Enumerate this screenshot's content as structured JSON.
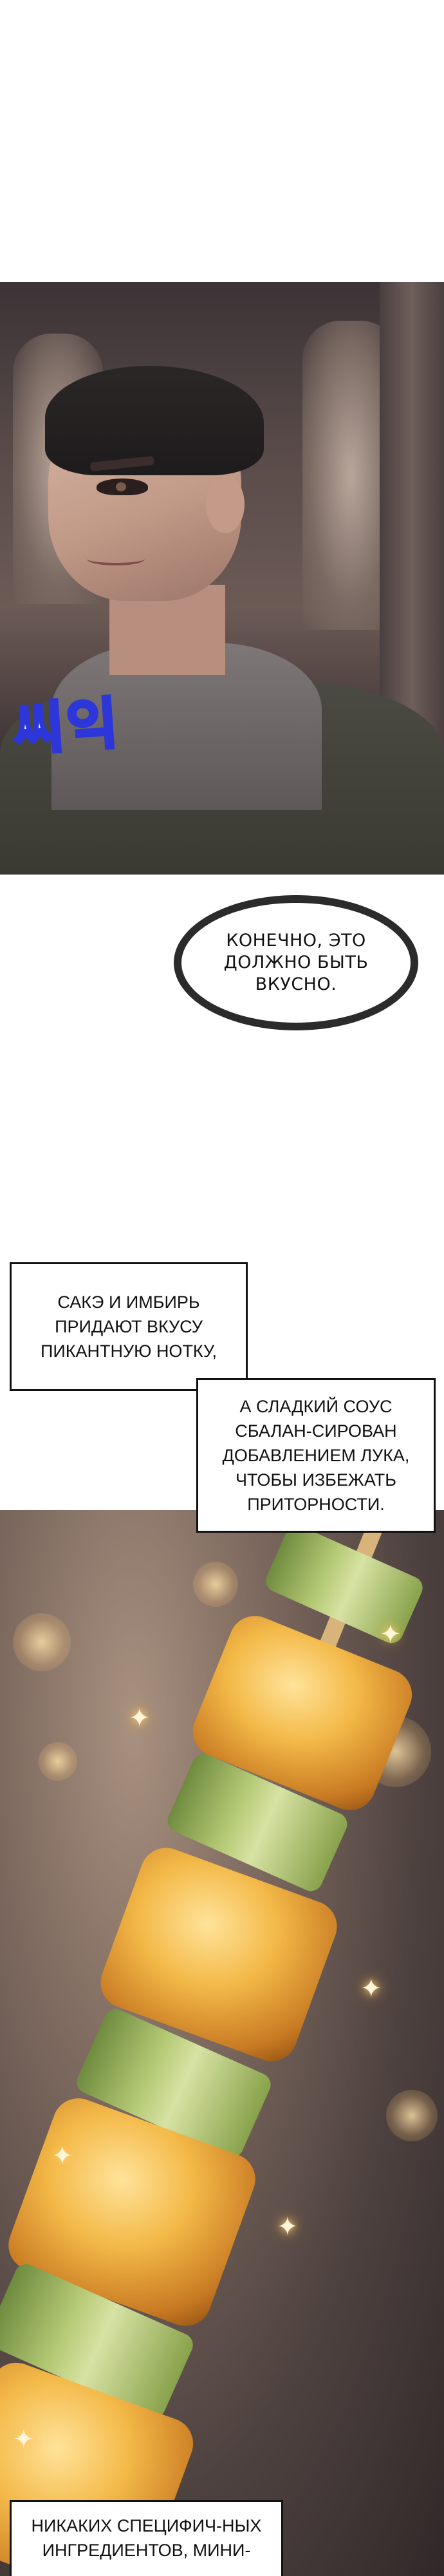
{
  "panels": [
    {
      "sfx_text": "씨익",
      "speech_bubble": "КОНЕЧНО, ЭТО ДОЛЖНО БЫТЬ ВКУСНО."
    },
    {
      "captions": [
        "САКЭ И ИМБИРЬ ПРИДАЮТ ВКУСУ ПИКАНТНУЮ НОТКУ,",
        "А СЛАДКИЙ СОУС СБАЛАН-СИРОВАН ДОБАВЛЕНИЕМ ЛУКА, ЧТОБЫ ИЗБЕЖАТЬ ПРИТОРНОСТИ."
      ]
    },
    {
      "bottom_caption": "НИКАКИХ СПЕЦИФИЧ-НЫХ ИНГРЕДИЕНТОВ, МИНИ-"
    }
  ],
  "colors": {
    "sfx_outline": "#2d36d8",
    "skewer_glaze": "#f3b948",
    "leek_green": "#b3c873"
  }
}
